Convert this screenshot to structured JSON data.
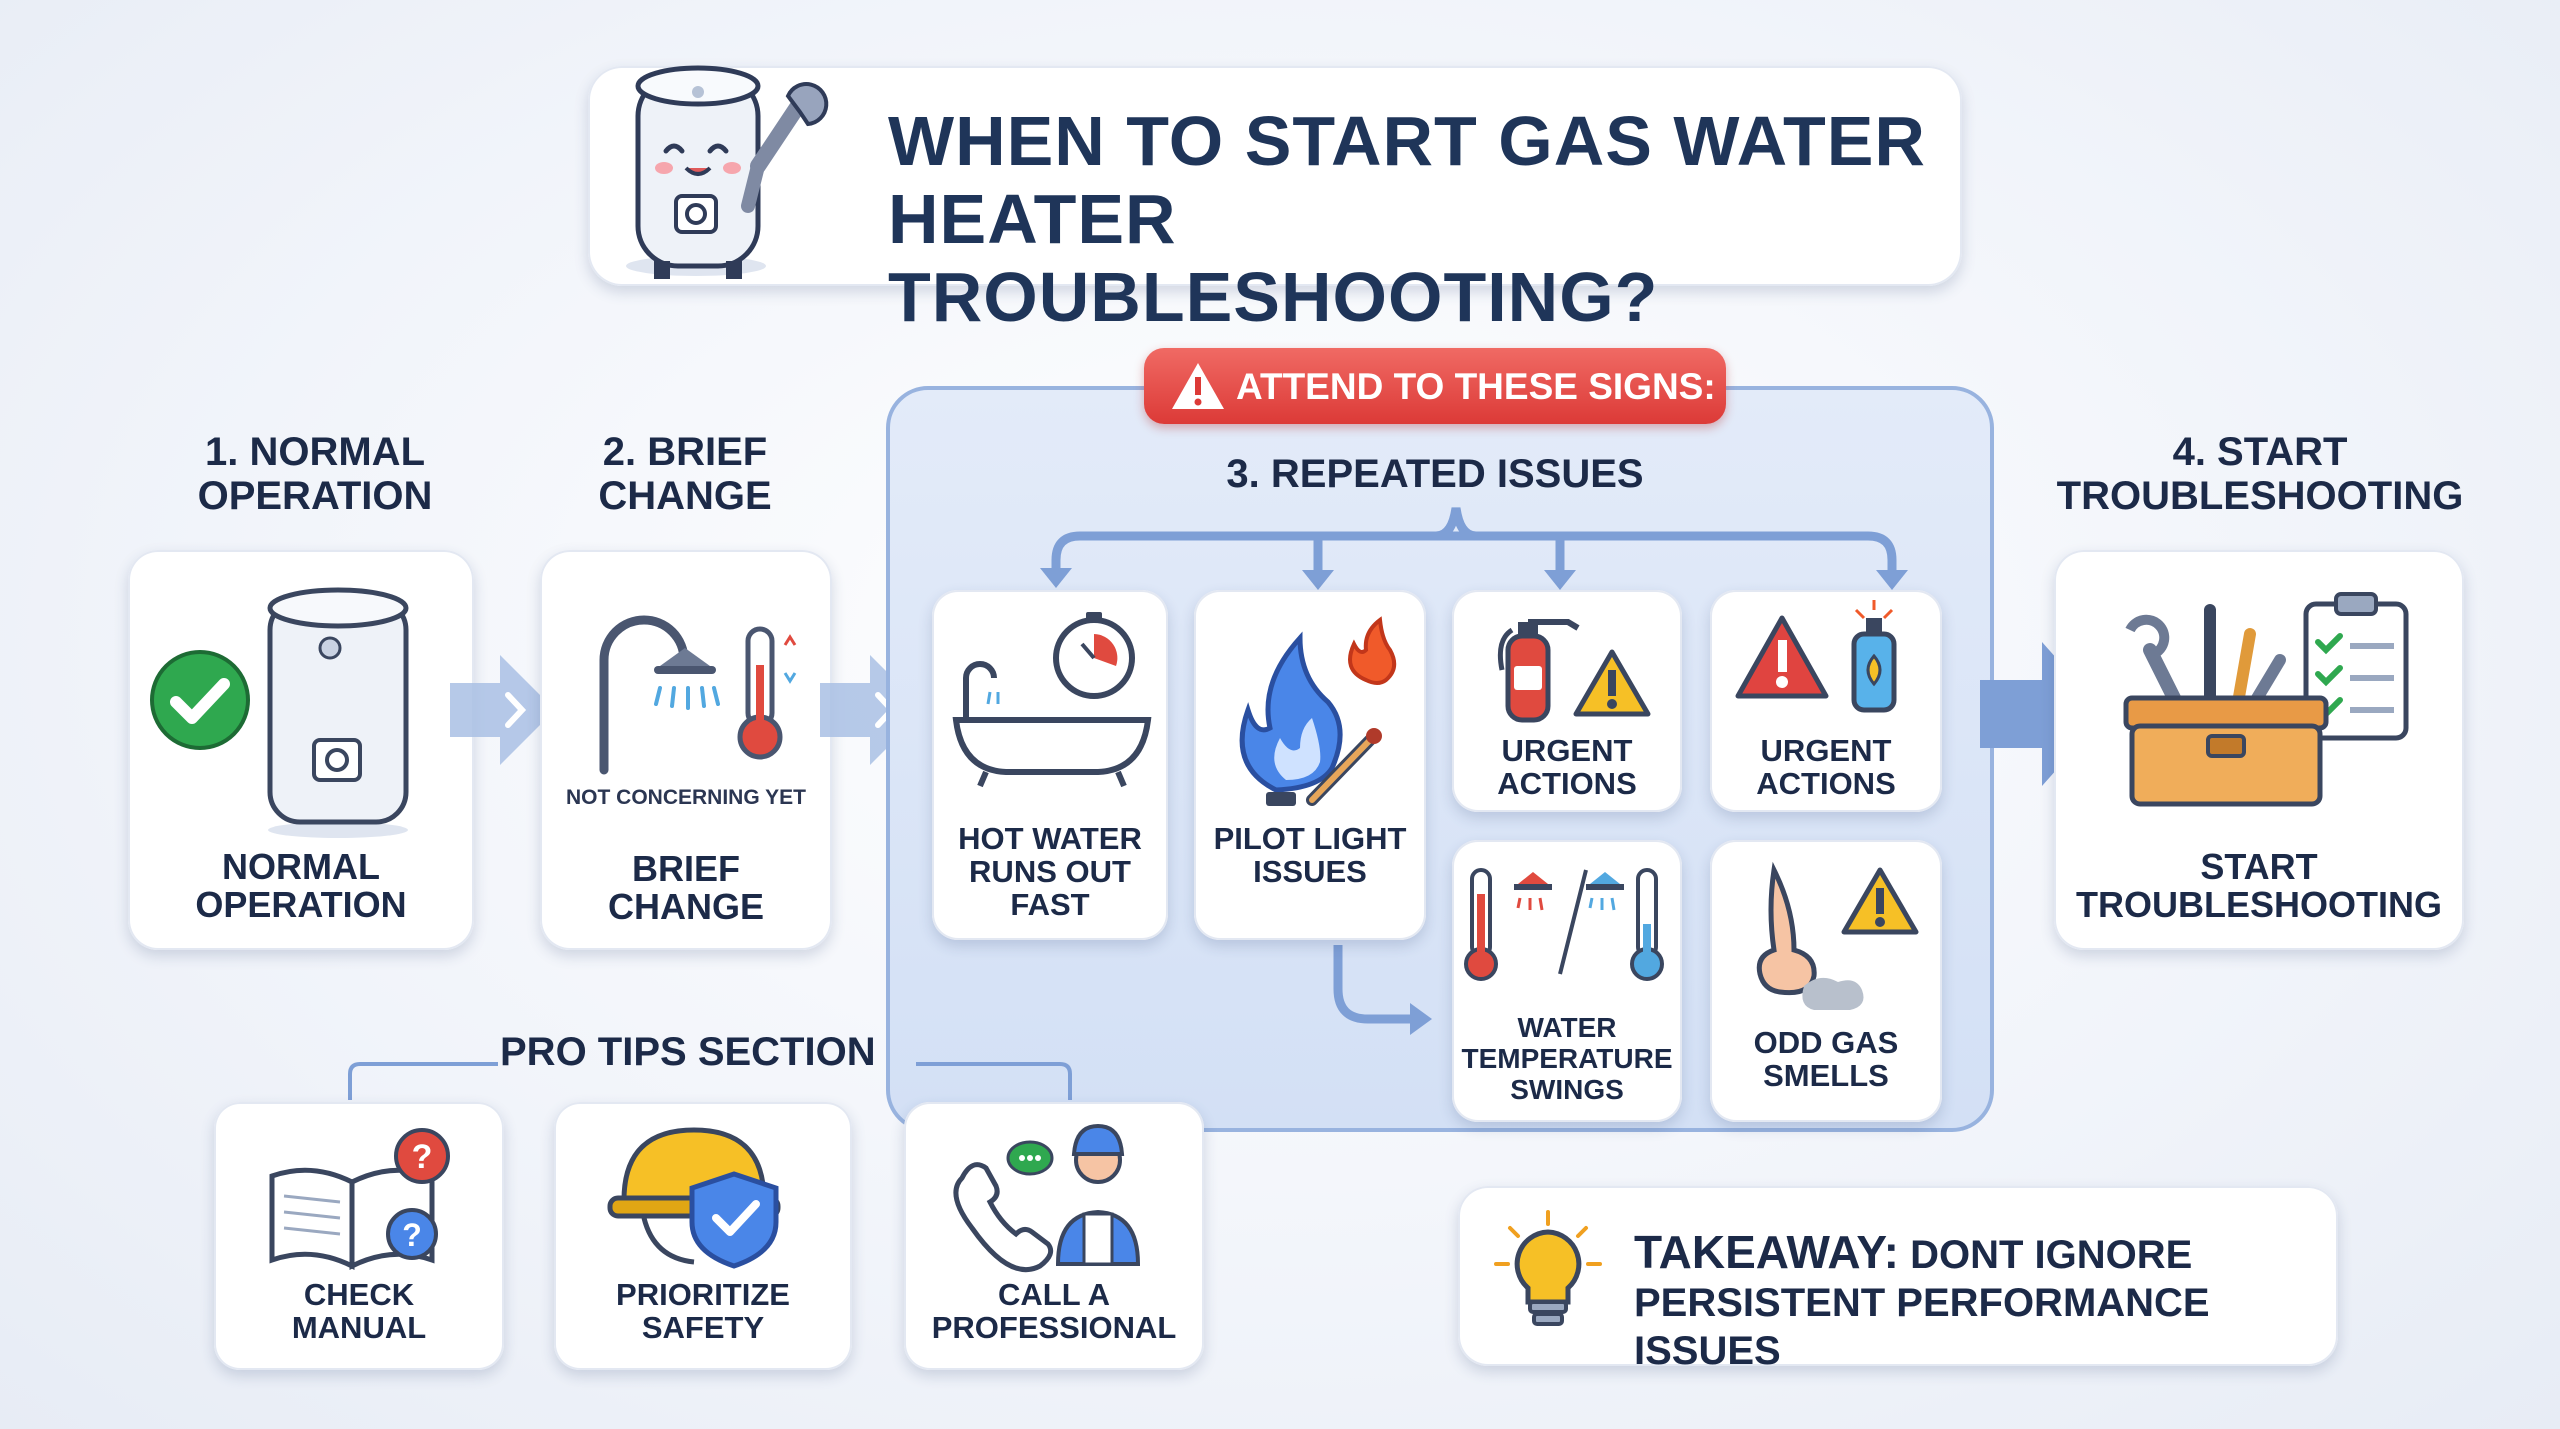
{
  "title": "WHEN TO START GAS WATER\nHEATER TROUBLESHOOTING?",
  "alert": {
    "label": "ATTEND TO THESE SIGNS:"
  },
  "stages": {
    "s1": {
      "header": "1. NORMAL\nOPERATION",
      "card": "NORMAL\nOPERATION"
    },
    "s2": {
      "header": "2. BRIEF\nCHANGE",
      "note": "NOT CONCERNING YET",
      "card": "BRIEF\nCHANGE"
    },
    "s3": {
      "header": "3. REPEATED ISSUES"
    },
    "s4": {
      "header": "4. START\nTROUBLESHOOTING",
      "card": "START\nTROUBLESHOOTING"
    }
  },
  "issues": {
    "hot_water": "HOT WATER\nRUNS OUT\nFAST",
    "pilot": "PILOT LIGHT\nISSUES",
    "urgent1": "URGENT\nACTIONS",
    "urgent2": "URGENT\nACTIONS",
    "temp_swings": "WATER\nTEMPERATURE\nSWINGS",
    "gas_smell": "ODD GAS\nSMELLS"
  },
  "tips": {
    "title": "PRO TIPS SECTION",
    "items": [
      "CHECK\nMANUAL",
      "PRIORITIZE\nSAFETY",
      "CALL A\nPROFESSIONAL"
    ]
  },
  "takeaway": {
    "label": "TAKEAWAY:",
    "text": "DONT IGNORE\nPERSISTENT PERFORMANCE ISSUES"
  },
  "colors": {
    "accent": "#1f3559",
    "alert": "#e04440",
    "check": "#2fa84f",
    "flow_arrow": "#7e9fd6"
  }
}
